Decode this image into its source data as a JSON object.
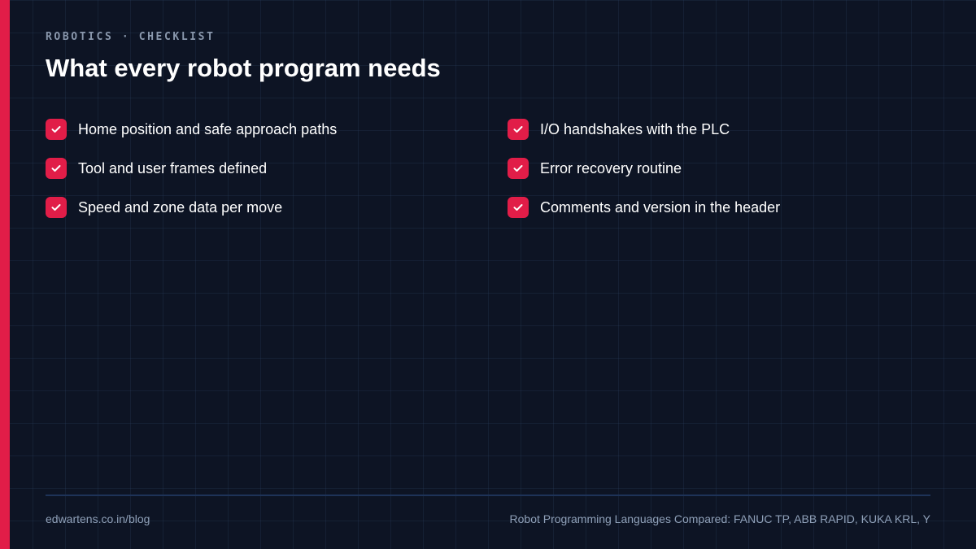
{
  "eyebrow": "ROBOTICS · CHECKLIST",
  "title": "What every robot program needs",
  "checklist": {
    "items": [
      {
        "label": "Home position and safe approach paths",
        "checked": true,
        "icon": "check-icon"
      },
      {
        "label": "Tool and user frames defined",
        "checked": true,
        "icon": "check-icon"
      },
      {
        "label": "Speed and zone data per move",
        "checked": true,
        "icon": "check-icon"
      },
      {
        "label": "I/O handshakes with the PLC",
        "checked": true,
        "icon": "check-icon"
      },
      {
        "label": "Error recovery routine",
        "checked": true,
        "icon": "check-icon"
      },
      {
        "label": "Comments and version in the header",
        "checked": true,
        "icon": "check-icon"
      }
    ]
  },
  "footer": {
    "site": "edwartens.co.in/blog",
    "article_title": "Robot Programming Languages Compared: FANUC TP, ABB RAPID, KUKA KRL, Y"
  },
  "colors": {
    "background": "#0d1424",
    "accent": "#e11d48",
    "muted_text": "#8fa0b8",
    "divider": "#1e3358"
  }
}
